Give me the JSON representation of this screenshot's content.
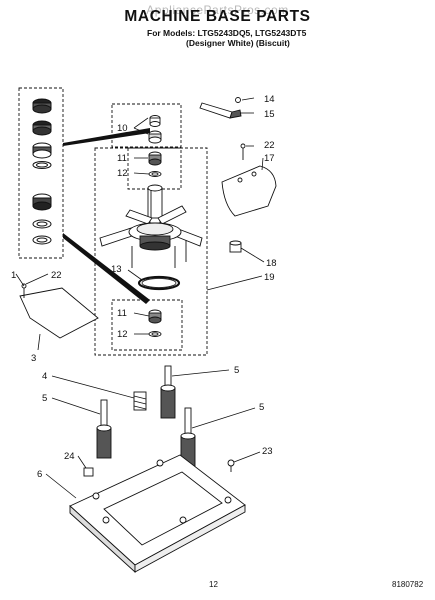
{
  "watermark": "AppliancePartsPros.com",
  "title": "MACHINE BASE PARTS",
  "subtitle_models": "For Models: LTG5243DQ5, LTG5243DT5",
  "subtitle_colors": "(Designer White)   (Biscuit)",
  "page_number": "12",
  "document_number": "8180782",
  "callouts": [
    "1",
    "3",
    "4",
    "5",
    "5",
    "5",
    "6",
    "10",
    "11",
    "11",
    "12",
    "12",
    "13",
    "14",
    "15",
    "17",
    "18",
    "19",
    "22",
    "22",
    "23",
    "24"
  ]
}
